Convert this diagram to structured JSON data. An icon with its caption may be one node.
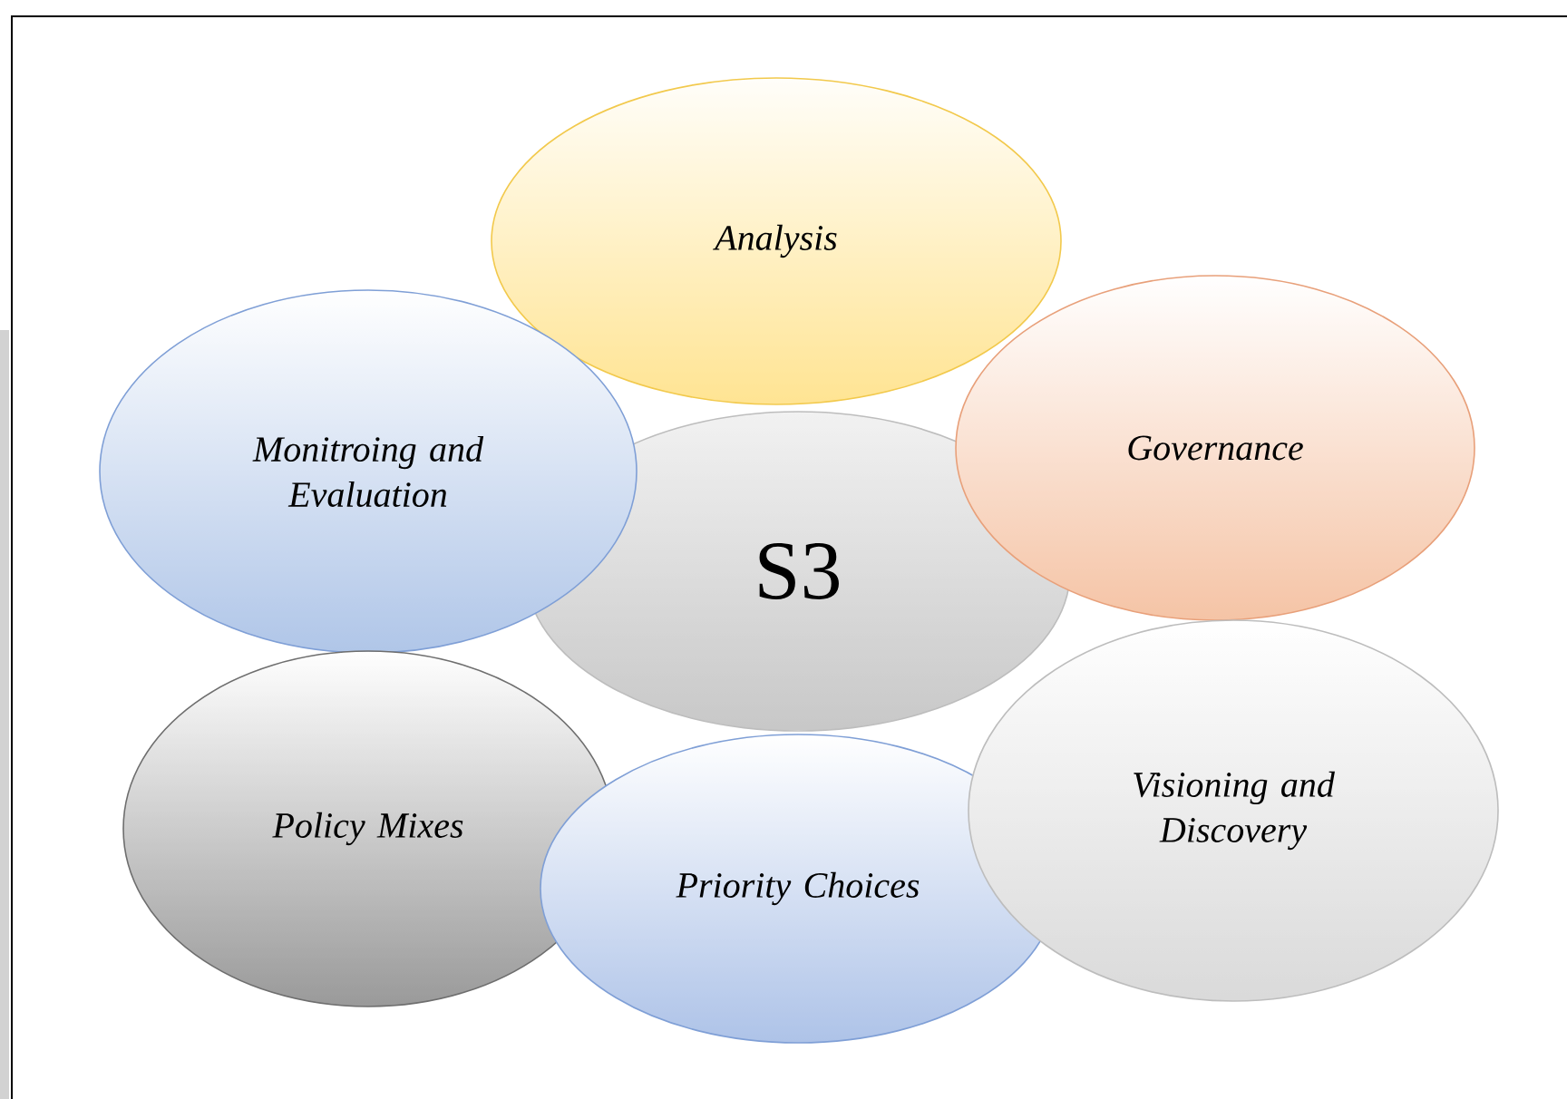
{
  "diagram": {
    "nodes": [
      {
        "text": [
          "Analysis"
        ]
      },
      {
        "text": [
          "Monitroing and Evaluation"
        ]
      },
      {
        "text": [
          "S3"
        ]
      },
      {
        "text": [
          "Governance"
        ]
      },
      {
        "text": [
          "Policy Mixes"
        ]
      },
      {
        "text": [
          "Priority Choices"
        ]
      },
      {
        "text": [
          "Visioning and Discovery"
        ]
      }
    ]
  }
}
